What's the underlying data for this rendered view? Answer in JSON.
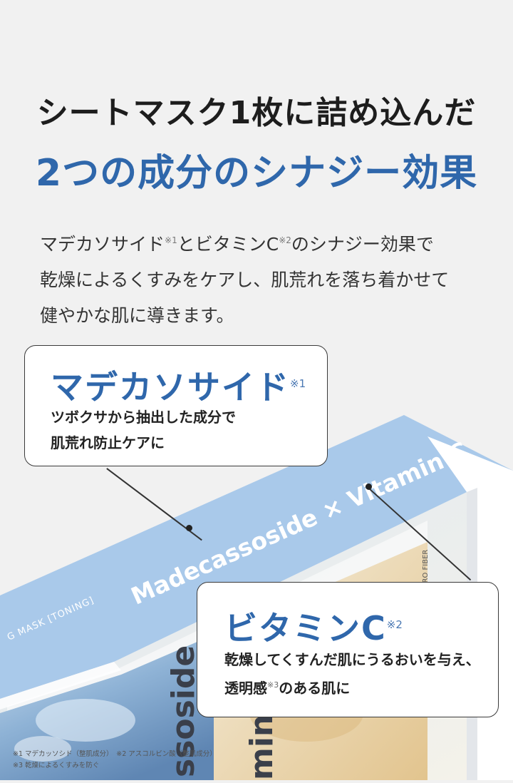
{
  "headline": {
    "line1": "シートマスク1枚に詰め込んだ",
    "line2": "2つの成分のシナジー効果"
  },
  "description": {
    "line1_a": "マデカソサイド",
    "line1_mark1": "※1",
    "line1_b": "とビタミンC",
    "line1_mark2": "※2",
    "line1_c": "のシナジー効果で",
    "line2": "乾燥によるくすみをケアし、肌荒れを落ち着かせて",
    "line3": "健やかな肌に導きます。"
  },
  "product_box": {
    "top_label": "Madecassoside × Vitamin C",
    "side_label": "G MASK [TONING]",
    "side_right": "MICRO FIBER",
    "front_left": "ssoside",
    "front_right": "min C",
    "colors": {
      "box_blue": "#a7c8e8",
      "box_side": "#8cb5de",
      "box_front": "#e9eef3"
    }
  },
  "callout_madecassoside": {
    "title": "マデカソサイド",
    "mark": "※1",
    "desc_line1": "ツボクサから抽出した成分で",
    "desc_line2": "肌荒れ防止ケアに"
  },
  "callout_vitaminc": {
    "title": "ビタミンC",
    "mark": "※2",
    "desc_line1": "乾燥してくすんだ肌にうるおいを与え、",
    "desc_line2_a": "透明感",
    "desc_line2_mark": "※3",
    "desc_line2_b": "のある肌に"
  },
  "footnotes": {
    "line1": "※1 マデカッソシド（整肌成分）　※2 アスコルビン酸（整肌成分）",
    "line2": "※3 乾燥によるくすみを防ぐ"
  },
  "colors": {
    "accent_blue": "#2f67ab",
    "background": "#f1f1f1"
  }
}
